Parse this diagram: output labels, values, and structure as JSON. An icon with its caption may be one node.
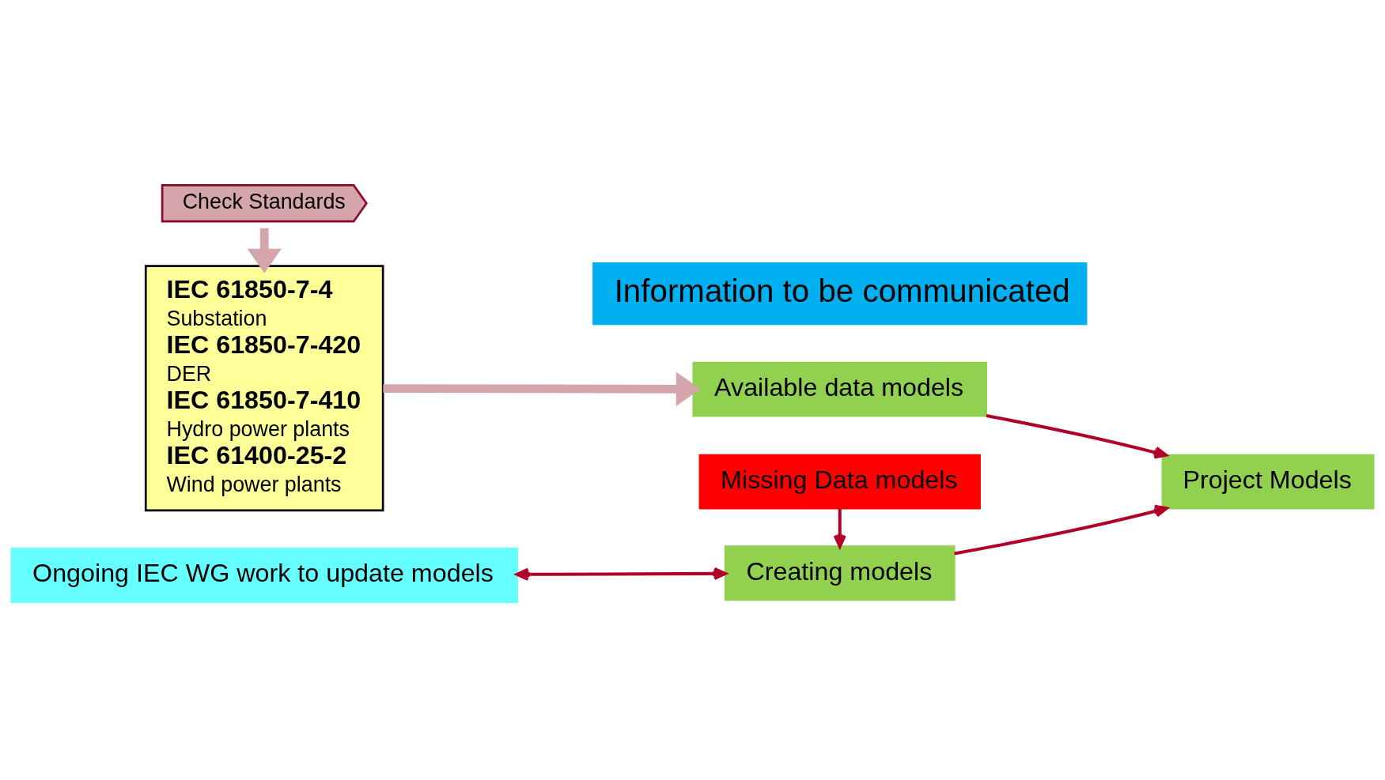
{
  "diagram": {
    "nodes": [
      {
        "text": [
          "Check Standards"
        ]
      },
      {
        "text": [
          "IEC 61850-7-4",
          "Substation",
          "IEC 61850-7-420",
          "DER",
          "IEC 61850-7-410",
          "Hydro power plants",
          "IEC 61400-25-2",
          "Wind power plants"
        ]
      },
      {
        "text": [
          "Information to be communicated"
        ]
      },
      {
        "text": [
          "Available data models"
        ]
      },
      {
        "text": [
          "Missing Data models"
        ]
      },
      {
        "text": [
          "Project Models"
        ]
      },
      {
        "text": [
          "Creating models"
        ]
      },
      {
        "text": [
          "Ongoing IEC WG work to update models"
        ]
      }
    ],
    "edges": [
      {
        "from": 0,
        "to": 1,
        "arrow": "to",
        "style": "thick",
        "color": "#d4a5aa"
      },
      {
        "from": 1,
        "to": 3,
        "arrow": "to",
        "style": "thick",
        "color": "#d4a5aa"
      },
      {
        "from": 3,
        "to": 5,
        "arrow": "to"
      },
      {
        "from": 4,
        "to": 6,
        "arrow": "to"
      },
      {
        "from": 6,
        "to": 5,
        "arrow": "to"
      },
      {
        "from": 7,
        "to": 6,
        "arrow": "both"
      }
    ]
  }
}
